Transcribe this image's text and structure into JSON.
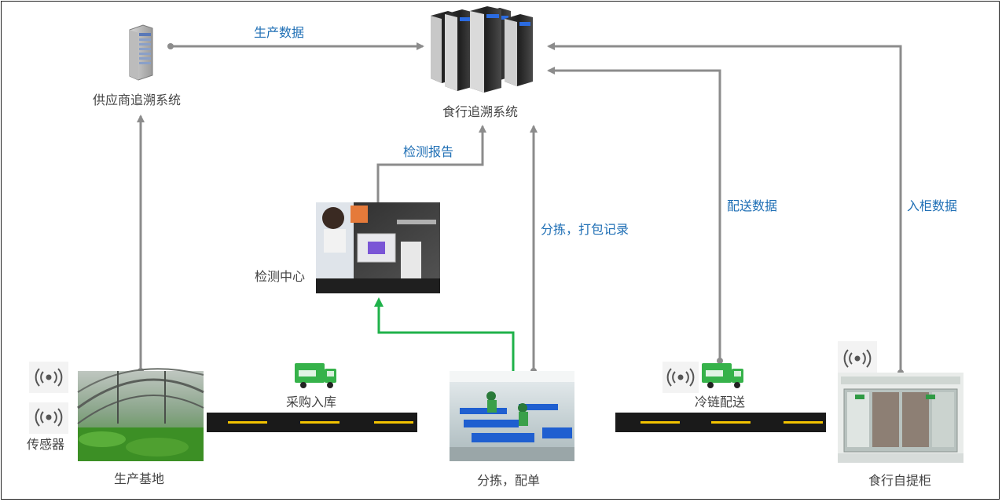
{
  "nodes": {
    "supplier_system": "供应商追溯系统",
    "shixing_system": "食行追溯系统",
    "test_center": "检测中心",
    "production_base": "生产基地",
    "sensor": "传感器",
    "sorting": "分拣，配单",
    "locker": "食行自提柜"
  },
  "edges": {
    "production_data": "生产数据",
    "test_report": "检测报告",
    "sorting_packing_record": "分拣，打包记录",
    "delivery_data": "配送数据",
    "locker_data": "入柜数据"
  },
  "logistics": {
    "purchase_inbound": "采购入库",
    "cold_chain_delivery": "冷链配送"
  },
  "colors": {
    "arrow_gray": "#8c8c8c",
    "arrow_green": "#1fb24a",
    "label_blue": "#1f6fb5",
    "road": "#1a1a1a",
    "road_stripe": "#f2c200"
  }
}
